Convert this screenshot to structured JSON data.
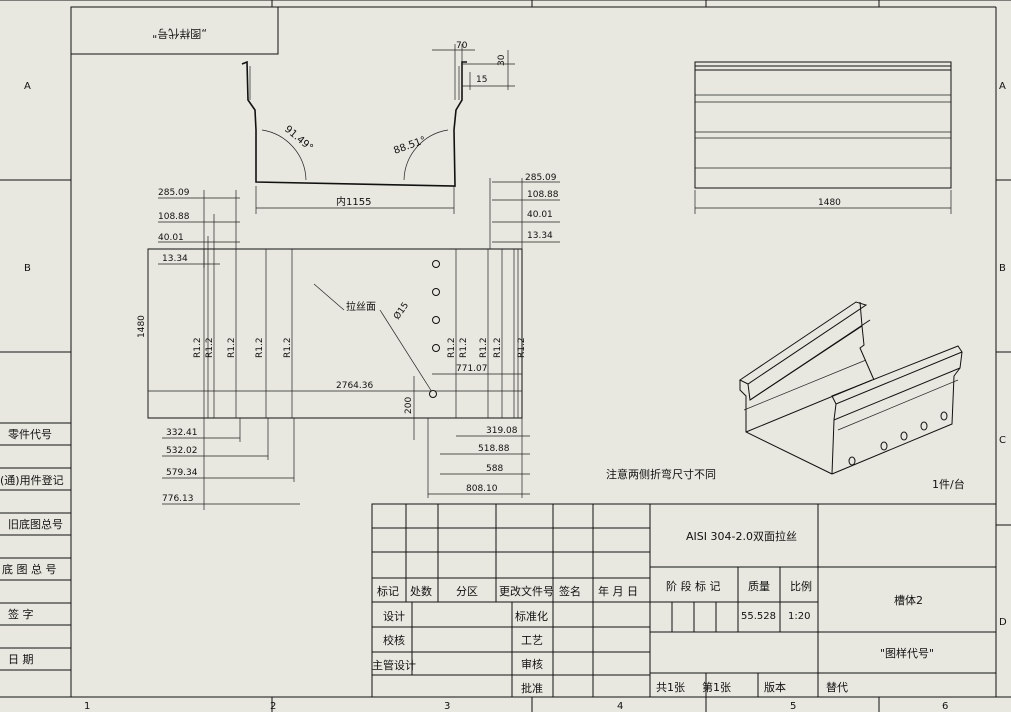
{
  "border": {
    "col_numbers": [
      "1",
      "2",
      "3",
      "4",
      "5",
      "6"
    ],
    "row_letters_left": [
      "A",
      "B"
    ],
    "row_letters_right": [
      "A",
      "B",
      "C",
      "D"
    ]
  },
  "top_left_box": "„图样代号\"",
  "dimensions": {
    "w70": "70",
    "w30": "30",
    "w15": "15",
    "angle_left": "91.49°",
    "angle_right": "88.51°",
    "inner_width": "内1155",
    "left_285": "285.09",
    "left_108": "108.88",
    "left_40": "40.01",
    "left_13": "13.34",
    "right_285": "285.09",
    "right_108": "108.88",
    "right_40": "40.01",
    "right_13": "13.34",
    "height_1480": "1480",
    "length_2764": "2764.36",
    "hole_dia": "Ø15",
    "hole_offset": "771.07",
    "dim_200": "200",
    "bl_332": "332.41",
    "bl_532": "532.02",
    "bl_579": "579.34",
    "bl_776": "776.13",
    "br_319": "319.08",
    "br_518": "518.88",
    "br_588": "588",
    "br_808": "808.10",
    "right_view_1480": "1480"
  },
  "bend_labels": {
    "left": [
      "R1.2",
      "R1.2",
      "R1.2",
      "R1.2",
      "R1.2"
    ],
    "right": [
      "R1.2",
      "R1.2",
      "R1.2",
      "R1.2",
      "R1.2"
    ]
  },
  "annotations": {
    "brushed_face": "拉丝面",
    "note_bend": "注意两侧折弯尺寸不同",
    "qty": "1件/台"
  },
  "left_strip": [
    "零件代号",
    "(通)用件登记",
    "旧底图总号",
    "底 图 总 号",
    "签    字",
    "日    期"
  ],
  "title_block": {
    "material": "AISI 304-2.0双面拉丝",
    "headers": [
      "标记",
      "处数",
      "分区",
      "更改文件号",
      "签名",
      "年 月 日"
    ],
    "stage_mark": "阶 段 标 记",
    "weight_label": "质量",
    "scale_label": "比例",
    "weight": "55.528",
    "scale": "1:20",
    "part_name": "槽体2",
    "drawing_code": "\"图样代号\"",
    "design": "设计",
    "standardize": "标准化",
    "check": "校核",
    "process": "工艺",
    "chief_design": "主管设计",
    "review": "审核",
    "approve": "批准",
    "sheets_total": "共1张",
    "sheet_no": "第1张",
    "version": "版本",
    "replace": "替代"
  }
}
